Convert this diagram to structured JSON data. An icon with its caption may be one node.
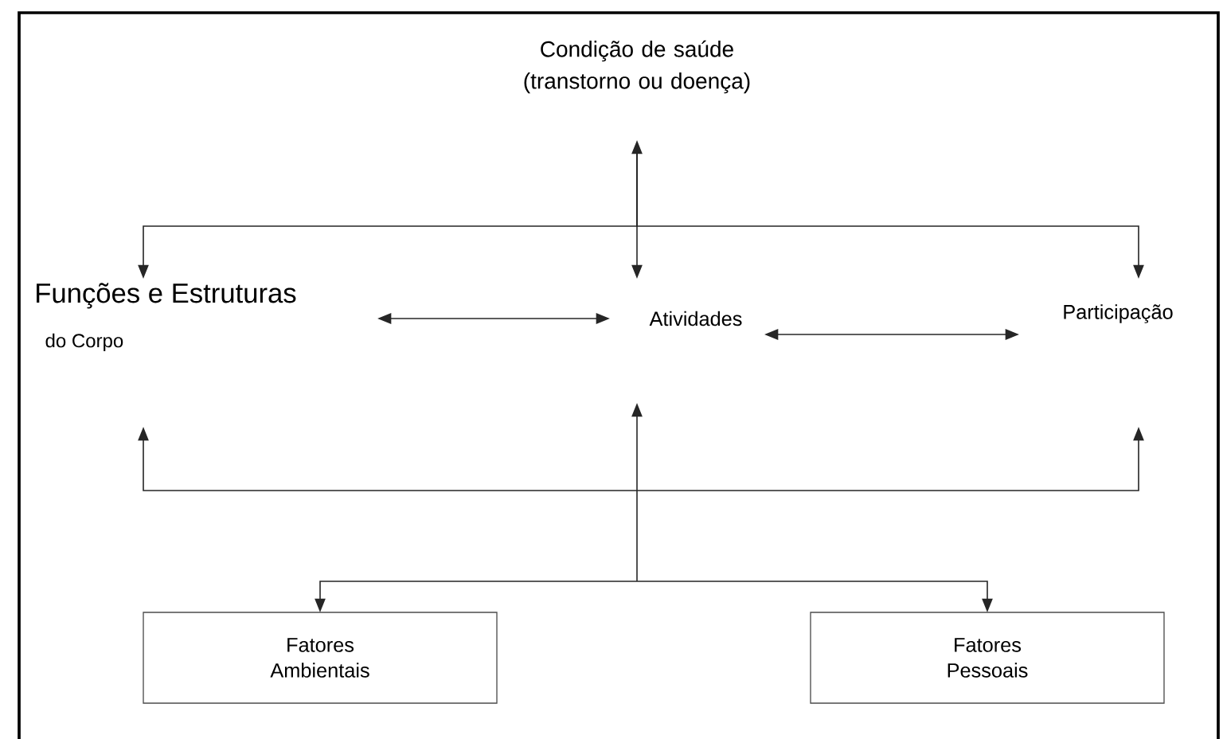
{
  "diagram": {
    "nodes": [
      {
        "text": [
          "Condição de saúde (transtorno ou doença)"
        ]
      },
      {
        "text": [
          "Funções e Estruturas",
          "do Corpo"
        ]
      },
      {
        "text": [
          "Atividades"
        ]
      },
      {
        "text": [
          "Participação"
        ]
      },
      {
        "text": [
          "Fatores Ambientais"
        ]
      },
      {
        "text": [
          "Fatores Pessoais"
        ]
      }
    ],
    "edges": [
      {
        "from": 0,
        "to": 2,
        "arrow": "both"
      },
      {
        "from": 0,
        "to": 1,
        "arrow": "to"
      },
      {
        "from": 0,
        "to": 3,
        "arrow": "to"
      },
      {
        "from": 1,
        "to": 2,
        "arrow": "both"
      },
      {
        "from": 2,
        "to": 3,
        "arrow": "both"
      },
      {
        "from": 4,
        "to": 1,
        "arrow": "both"
      },
      {
        "from": 4,
        "to": 2,
        "arrow": "both"
      },
      {
        "from": 4,
        "to": 3,
        "arrow": "both"
      },
      {
        "from": 5,
        "to": 1,
        "arrow": "both"
      },
      {
        "from": 5,
        "to": 2,
        "arrow": "both"
      },
      {
        "from": 5,
        "to": 3,
        "arrow": "both"
      }
    ]
  }
}
